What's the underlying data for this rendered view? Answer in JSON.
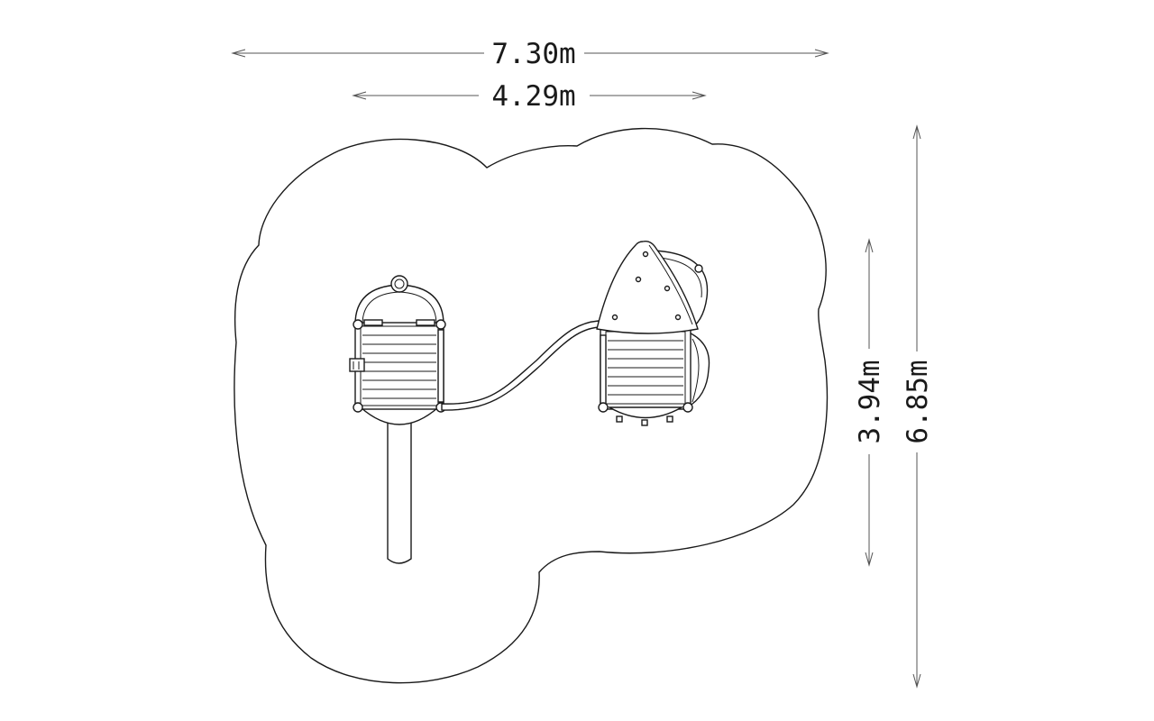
{
  "dimensions": {
    "total_width": "7.30m",
    "equipment_width": "4.29m",
    "equipment_depth": "3.94m",
    "total_depth": "6.85m"
  }
}
